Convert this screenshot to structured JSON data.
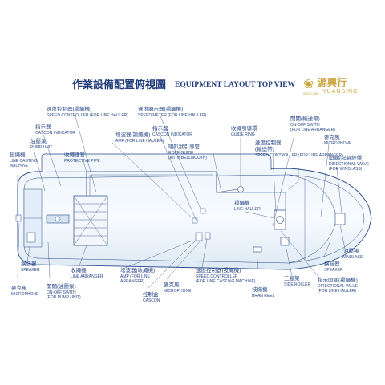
{
  "header": {
    "title_zh": "作業設備配置俯視圖",
    "title_en": "EQUIPMENT LAYOUT TOP VIEW",
    "brand_zh": "源興行",
    "brand_en": "YUANSING",
    "brand_mark": "SINCE 1946"
  },
  "labels": {
    "speed_ctrl_hauler_zh": "速度控制器(揚繩機)",
    "speed_ctrl_hauler_en": "SPEED CONTROLLER (FOR LINE HAULER)",
    "speed_meter_zh": "速度顯示器(揚繩機)",
    "speed_meter_en": "SPEED  METER (FOR LINE HAULER)",
    "cascon_ind1_zh": "指示器",
    "cascon_ind1_en": "CASCON INDICATOR",
    "pump_zh": "油壓泵",
    "pump_en": "PUMP UNIT",
    "line_casting_zh": "投繩機",
    "line_casting_en1": "LINE CASTING",
    "line_casting_en2": "MACHINE",
    "protective_pipe_zh": "收繩護管",
    "protective_pipe_en": "PROTECTIVE PIPE",
    "amp_hauler_zh": "增波器(揚繩機)",
    "amp_hauler_en": "AMP (FOR LINE HAULER)",
    "cascon_ind2_zh": "指示器",
    "cascon_ind2_en": "CASCON INDICATOR",
    "guide_ring_zh": "收繩引導環",
    "guide_ring_en": "GUIDE RING",
    "rope_guide_zh": "喇叭狀引導管",
    "rope_guide_en1": "ROPE GUIDE",
    "rope_guide_en2": "(WITH BELLMOUTH)",
    "onoff_arranger_zh": "開關(輸送帶)",
    "onoff_arranger_en1": "ON-OFF SWITH",
    "onoff_arranger_en2": "(FOR LINE ARRANGER)",
    "speed_ctrl_arranger_zh": "速度控制器",
    "speed_ctrl_arranger_zh2": "(輸送帶)",
    "speed_ctrl_arranger_en": "SPEED CONTROLLER (FOR LINE ARRANGER)",
    "microphone1_zh": "麥克風",
    "microphone1_en": "MICROPHONE",
    "dir_windlass_zh": "開關(起錨絞盤)",
    "dir_windlass_en1": "DIRECTIONAL VALVE",
    "dir_windlass_en2": "(FOR WINDLASS)",
    "line_hauler_zh": "揚繩機",
    "line_hauler_en": "LINE HAULER",
    "speaker1_zh": "擴音器",
    "speaker1_en": "SPEAKER",
    "line_arranger_zh": "收繩機",
    "line_arranger_en": "LINE ARRANGER",
    "microphone2_zh": "麥克風",
    "microphone2_en": "MICROPHONE",
    "onoff_pump_zh": "開關(油壓泵)",
    "onoff_pump_en1": "ON-OFF SWITH",
    "onoff_pump_en2": "(FOR PUMP UNIT)",
    "amp_arranger_zh": "增波器(收繩機)",
    "amp_arranger_en1": "AMP (FOR LINE",
    "amp_arranger_en2": "ARRANGER)",
    "cascon_zh": "控制盒",
    "cascon_en": "CASCON",
    "microphone3_zh": "麥克風",
    "microphone3_en": "MICROPHONE",
    "speed_ctrl_casting_zh": "速度控制器(投繩機)",
    "speed_ctrl_casting_en1": "SPEED CONTROLLER",
    "speed_ctrl_casting_en2": "(FOR LINE CASTING MACHINE)",
    "bran_reel_zh": "枝繩機",
    "bran_reel_en": "BRAN REEL",
    "side_roller_zh": "三腳架",
    "side_roller_en": "SIDE ROLLER",
    "dir_hauler_zh": "指示開關(揚繩機)",
    "dir_hauler_en1": "DIRECTIONAL VALVE",
    "dir_hauler_en2": "(FOR LINE HAULER)",
    "windlass_zh": "油壓捲",
    "windlass_en": "WINDLASS",
    "speaker2_zh": "擴音器",
    "speaker2_en": "SPEAKER"
  },
  "colors": {
    "line": "#2b4a8a",
    "hull_fill": "#e6f0f8",
    "accent": "#caa23a"
  }
}
